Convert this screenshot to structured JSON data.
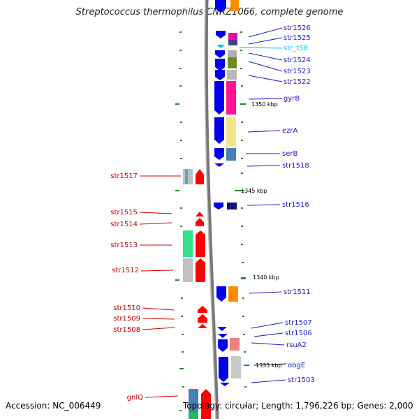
{
  "title": "Streptococcus thermophilus CNRZ1066, complete genome",
  "footer": {
    "accession": "Accession: NC_006449",
    "summary": "Topology: circular; Length: 1,796,226 bp; Genes: 2,000"
  },
  "ticks": [
    "1350 kbp",
    "1345 kbp",
    "1340 kbp",
    "1335 kbp"
  ],
  "right_genes": [
    "str1526",
    "str1525",
    "str_t58",
    "str1524",
    "str1523",
    "str1522",
    "gyrB",
    "ezrA",
    "serB",
    "str1518",
    "str1516",
    "str1511",
    "str1507",
    "str1506",
    "rsuA2",
    "obgE",
    "str1503"
  ],
  "left_genes": [
    "str1517",
    "str1515",
    "str1514",
    "str1513",
    "str1512",
    "str1510",
    "str1509",
    "str1508",
    "gnlQ"
  ],
  "colors": {
    "forward_strand": "#ff0000",
    "reverse_strand": "#0000ff",
    "rna_label": "#00bfff",
    "tick_marks": "#228b22",
    "backbone": "#888888"
  }
}
